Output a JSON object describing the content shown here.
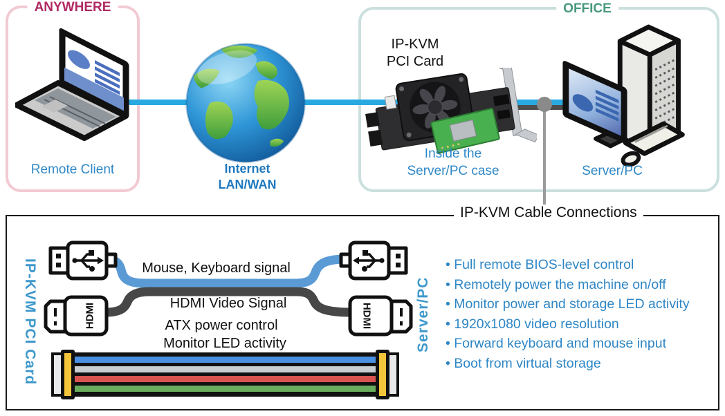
{
  "top": {
    "anywhere": {
      "title": "ANYWHERE",
      "caption": "Remote Client"
    },
    "internet": {
      "line1": "Internet",
      "line2": "LAN/WAN"
    },
    "office": {
      "title": "OFFICE",
      "card_label_line1": "IP-KVM",
      "card_label_line2": "PCI Card",
      "card_caption_line1": "Inside the",
      "card_caption_line2": "Server/PC case",
      "pc_caption": "Server/PC"
    }
  },
  "bottom": {
    "title": "IP-KVM Cable Connections",
    "left_label": "IP-KVM PCI Card",
    "right_label": "Server/PC",
    "usb_cable_label": "Mouse, Keyboard signal",
    "hdmi_cable_label": "HDMI Video Signal",
    "atx_label": "ATX power control",
    "led_label": "Monitor LED activity",
    "hdmi_connector_text": "HDMI",
    "features": [
      "Full remote BIOS-level control",
      "Remotely power the machine on/off",
      "Monitor power and storage LED activity",
      "1920x1080 video resolution",
      "Forward keyboard and mouse input",
      "Boot from virtual storage"
    ]
  },
  "icons": {
    "laptop": "laptop-icon",
    "globe": "globe-icon",
    "pci_card": "pci-card-icon",
    "desktop": "desktop-computer-icon",
    "usb": "usb-connector-icon",
    "hdmi": "hdmi-connector-icon",
    "ribbon": "ribbon-cable-icon"
  },
  "colors": {
    "anywhere_border": "#F2CBD2",
    "anywhere_title": "#B02A63",
    "office_border": "#CBE0DE",
    "office_title": "#47997D",
    "caption_blue": "#2F88C7",
    "internet_blue": "#1E78BE",
    "feature_blue": "#2E86C5",
    "vertical_label_blue": "#3E98CC",
    "network_line_blue": "#29A9E1",
    "network_line_dark": "#4D4D4D",
    "cable_blue": "#5B9BD5",
    "cable_dark": "#474747",
    "ribbon_stripe_blue": "#4A90E2",
    "ribbon_stripe_silver": "#C9CED3",
    "ribbon_stripe_red": "#D9534F",
    "ribbon_stripe_green": "#67AD5B",
    "ribbon_cap_yellow": "#F3C53A"
  }
}
